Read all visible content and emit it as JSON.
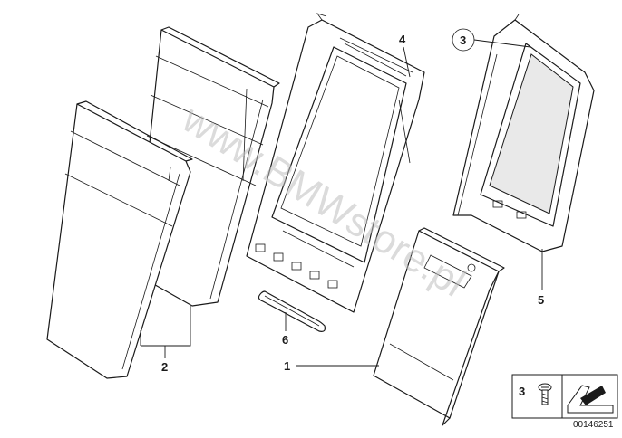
{
  "callouts": {
    "c1": "1",
    "c2": "2",
    "c3": "3",
    "c4": "4",
    "c5": "5",
    "c6": "6"
  },
  "legend": {
    "item_number": "3",
    "screw_icon": "screw-icon",
    "arrow_icon": "arrow-icon"
  },
  "watermark": "www.BMWstore.pl",
  "diagram_code": "00146251"
}
